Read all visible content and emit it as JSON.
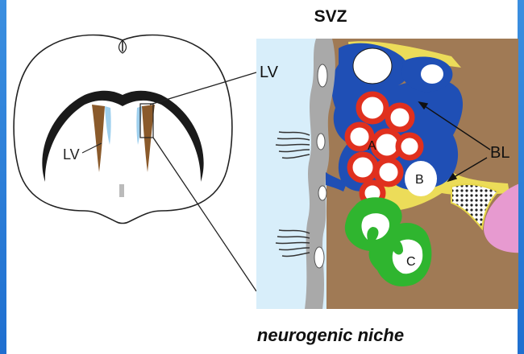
{
  "title": "SVZ",
  "caption": "neurogenic niche",
  "brain_section": {
    "ventricle_label": "LV"
  },
  "niche_detail": {
    "ventricle_label": "LV",
    "basal_lamina_label": "BL",
    "cell_labels": {
      "a": "A",
      "b": "B",
      "c": "C"
    }
  },
  "colors": {
    "frame": "#1f6fd0",
    "ventricle_fluid": "#d8eefa",
    "ependymal": "#a9a9a9",
    "cell_a": "#e0301e",
    "cell_b": "#1f4fb5",
    "cell_c": "#2fb52f",
    "basal_lamina": "#e8d84a",
    "tissue": "#a07a55",
    "blood_vessel": "#e79ad0"
  }
}
